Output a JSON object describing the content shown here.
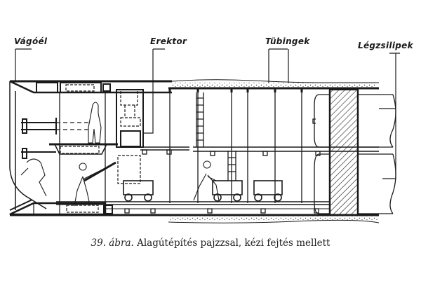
{
  "labels": {
    "vagoel": "Vágóél",
    "erektor": "Erektor",
    "tubingek": "Tübingek",
    "legzsilipek": "Légzsilipek"
  },
  "caption": {
    "number": "39.",
    "abra": "ábra.",
    "text": "Alagútépítés pajzzsal, kézi fejtés mellett"
  },
  "colors": {
    "ink": "#1a1a1a",
    "paper": "#ffffff"
  }
}
